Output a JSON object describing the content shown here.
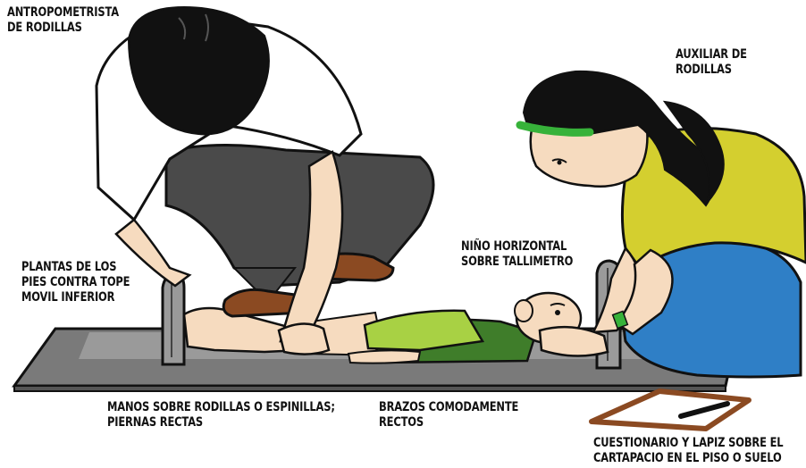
{
  "labels": {
    "anthropometrist": [
      "ANTROPOMETRISTA",
      "DE RODILLAS"
    ],
    "assistant": [
      "AUXILIAR  DE",
      "RODILLAS"
    ],
    "child": [
      "NIÑO HORIZONTAL",
      "SOBRE TALLIMETRO"
    ],
    "feet": [
      "PLANTAS DE LOS",
      "PIES CONTRA TOPE",
      "MOVIL INFERIOR"
    ],
    "hands": [
      "MANOS SOBRE RODILLAS O ESPINILLAS;",
      "PIERNAS RECTAS"
    ],
    "arms": [
      "BRAZOS COMODAMENTE",
      "RECTOS"
    ],
    "questionnaire": [
      "CUESTIONARIO Y LAPIZ SOBRE EL",
      "CARTAPACIO EN EL PISO O SUELO"
    ]
  },
  "colors": {
    "board": "#8c8c8c",
    "board_dark": "#6e6e6e",
    "shirt_white": "#ffffff",
    "hair": "#111111",
    "pants_dark": "#4a4a4a",
    "shoe_brown": "#8b4a22",
    "child_shirt": "#a8d144",
    "child_pants": "#3f7d2a",
    "skin": "#f6dbbf",
    "assistant_shirt": "#d4cf2f",
    "assistant_pants": "#2f7fc6",
    "headband": "#37b23a",
    "clipboard_brown": "#8b4a22"
  }
}
